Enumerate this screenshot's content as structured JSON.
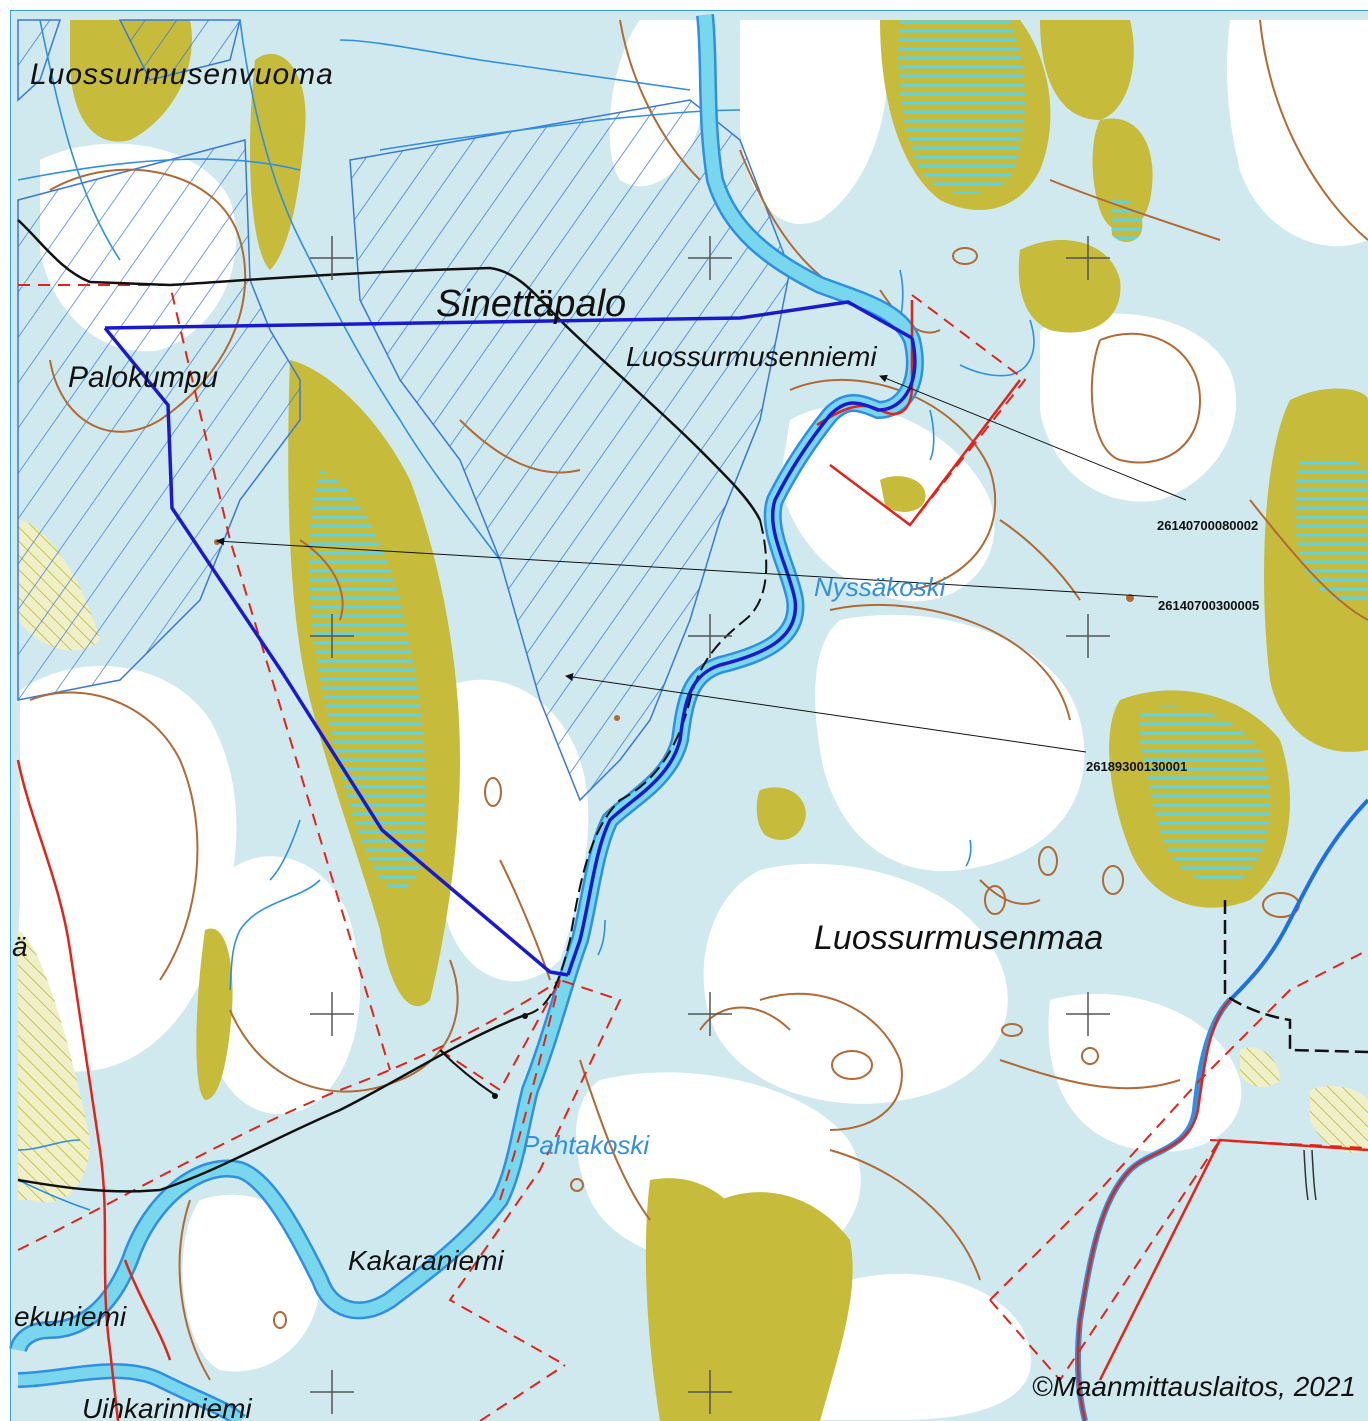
{
  "place_names": {
    "luossurmusenvuoma": "Luossurmusenvuoma",
    "sinettapalo": "Sinettäpalo",
    "luossurmusenniemi": "Luossurmusenniemi",
    "palokumpu": "Palokumpu",
    "luossurmusenmaa": "Luossurmusenmaa",
    "kakaraniemi": "Kakaraniemi",
    "ekuniemi": "ekuniemi",
    "uihkarinniemi": "Uihkarinniemi",
    "edge_fragment": "ä"
  },
  "water_names": {
    "nyssakoski": "Nyssäkoski",
    "pahtakoski": "Pahtakoski"
  },
  "parcel_ids": [
    "26140700080002",
    "26140700300005",
    "26189300130001"
  ],
  "copyright": "©Maanmittauslaitos, 2021",
  "colors": {
    "water": "#78d7ec",
    "wet_area": "#cfe9ee",
    "forest_yellow": "#c6bb3a",
    "contour": "#b06a35",
    "boundary_blue": "#1a1acc",
    "stream_blue": "#2f8fe0",
    "property_red": "#e2231a",
    "road_black": "#111111"
  },
  "icons": {
    "grid_cross": "plus-icon",
    "parcel_pointer": "arrow-icon"
  }
}
